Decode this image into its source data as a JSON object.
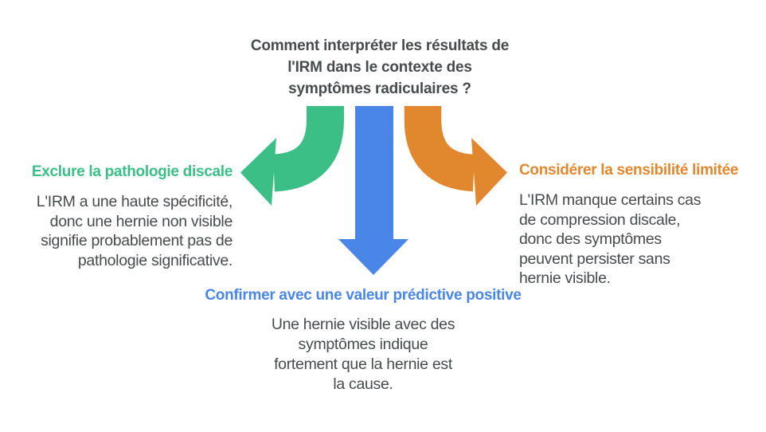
{
  "colors": {
    "green": "#3cbe87",
    "blue": "#4a86e8",
    "orange": "#e1882f",
    "text": "#474b4d"
  },
  "title": {
    "lines": [
      "Comment interpréter les résultats de",
      "l'IRM dans le contexte des",
      "symptômes radiculaires ?"
    ]
  },
  "branches": {
    "left": {
      "heading": "Exclure la pathologie discale",
      "lines": [
        "L'IRM a une haute spécificité,",
        "donc une hernie non visible",
        "signifie probablement pas de",
        "pathologie significative."
      ]
    },
    "bottom": {
      "heading": "Confirmer avec une valeur prédictive positive",
      "lines": [
        "Une hernie visible avec des",
        "symptômes indique",
        "fortement que la hernie est",
        "la cause."
      ]
    },
    "right": {
      "heading": "Considérer la sensibilité limitée",
      "lines": [
        "L'IRM manque certains cas",
        "de compression discale,",
        "donc des symptômes",
        "peuvent persister sans",
        "hernie visible."
      ]
    }
  },
  "icons": {
    "left_arrow": "curved-arrow-left",
    "down_arrow": "straight-arrow-down",
    "right_arrow": "curved-arrow-right"
  }
}
